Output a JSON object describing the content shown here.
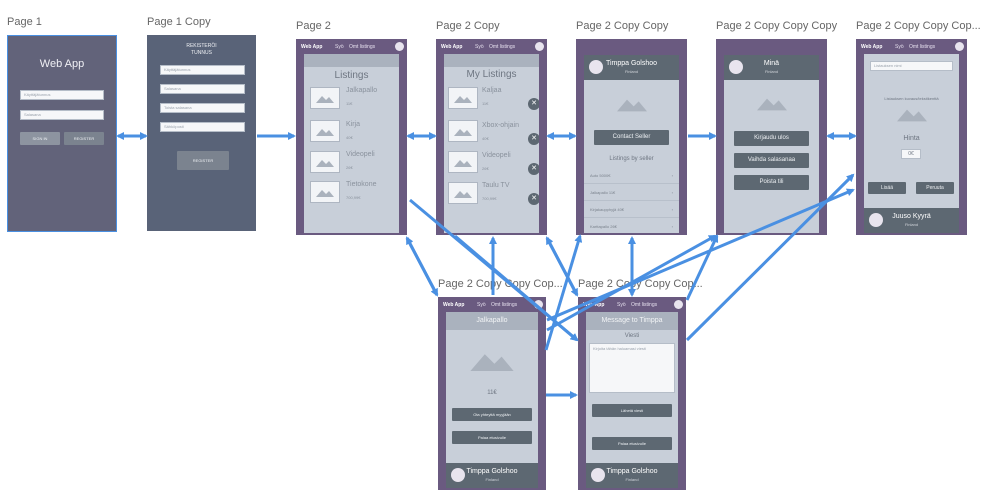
{
  "colors": {
    "arrow": "#4a90e2",
    "phone_frame": "#6a5a80",
    "screen_bg": "#c8cfd9",
    "button": "#5d6872"
  },
  "labels": [
    "Page 1",
    "Page 1 Copy",
    "Page 2",
    "Page 2 Copy",
    "Page 2 Copy Copy",
    "Page 2 Copy Copy Copy",
    "Page 2 Copy Copy Cop...",
    "Page 2 Copy Copy Cop...",
    "Page 2 Copy Copy Cop..."
  ],
  "nav": {
    "home": "Web App",
    "link2": "Syö",
    "link3": "Omt listings"
  },
  "p1": {
    "title": "Web App",
    "f1": "Käyttäjätunnus",
    "f2": "Salasana",
    "signin": "SIGN IN",
    "register": "REGISTER"
  },
  "p1c": {
    "title1": "REKISTERÖI",
    "title2": "TUNNUS",
    "f1": "Käyttäjätunnus",
    "f2": "Salasana",
    "f3": "Toista salasana",
    "f4": "Sähköposti",
    "register": "REGISTER"
  },
  "p2": {
    "title": "Listings",
    "items": [
      {
        "name": "Jalkapallo",
        "price": "11€"
      },
      {
        "name": "Kirja",
        "price": "40€"
      },
      {
        "name": "Videopeli",
        "price": "26€"
      },
      {
        "name": "Tietokone",
        "price": "700,99€"
      }
    ]
  },
  "p2c": {
    "title": "My Listings",
    "items": [
      {
        "name": "Kaljaa",
        "price": "11€"
      },
      {
        "name": "Xbox-ohjain",
        "price": "40€"
      },
      {
        "name": "Videopeli",
        "price": "26€"
      },
      {
        "name": "Taulu TV",
        "price": "700,99€"
      }
    ]
  },
  "p2cc": {
    "name": "Timppa Golshoo",
    "country": "Finland",
    "contact": "Contact Seller",
    "listings_by": "Listings by seller",
    "rows": [
      "Auto 5000€",
      "Jalkapallo 11€",
      "Kirjakaupphyjä 40€",
      "Karttapallo 26€"
    ]
  },
  "p2ccc": {
    "name": "Minä",
    "country": "Finland",
    "b1": "Kirjaudu ulos",
    "b2": "Vaihda salasanaa",
    "b3": "Poista tili"
  },
  "p2ccc4": {
    "field": "Listauksen nimi",
    "desc": "Listauksen kuvaus/tekstikenttä",
    "price_label": "Hinta",
    "price": "0€",
    "b1": "Lisää",
    "b2": "Peruuta",
    "name": "Juuso Kyyrä",
    "country": "Finland"
  },
  "p2ccc5": {
    "title": "Jalkapallo",
    "price": "11€",
    "b1": "Ota yhteyttä myyjään",
    "b2": "Palaa etusivulle",
    "name": "Timppa Golshoo",
    "country": "Finland"
  },
  "p2ccc6": {
    "title": "Message to Timppa",
    "sub": "Viesti",
    "placeholder": "Kirjoita tähän haluamasi viesti",
    "b1": "Lähetä viesti",
    "b2": "Palaa etusivulle",
    "name": "Timppa Golshoo",
    "country": "Finland"
  }
}
